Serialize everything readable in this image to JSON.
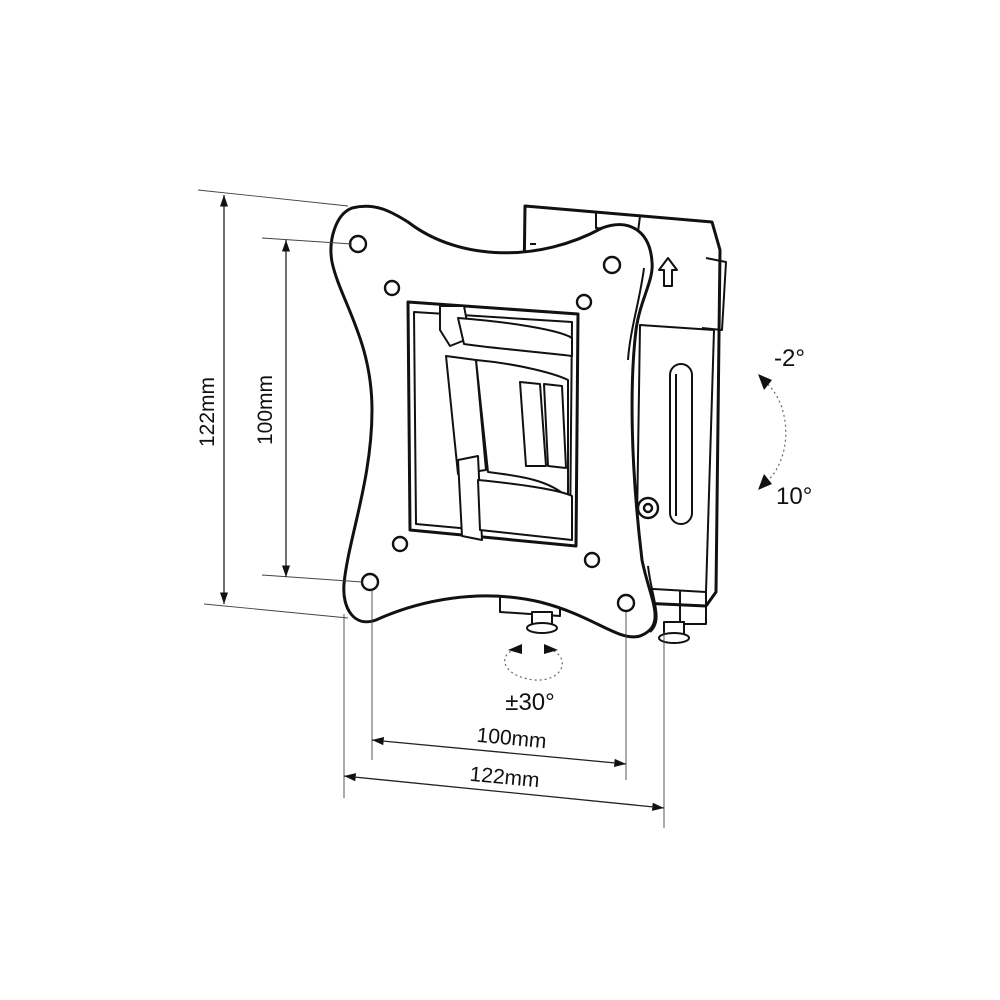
{
  "dimensions": {
    "outer_height": "122mm",
    "inner_height": "100mm",
    "inner_width": "100mm",
    "outer_width": "122mm"
  },
  "angles": {
    "tilt_up": "-2°",
    "tilt_down": "10°",
    "swivel": "±30°"
  },
  "icons": {
    "up_arrow": "up-arrow-icon"
  }
}
